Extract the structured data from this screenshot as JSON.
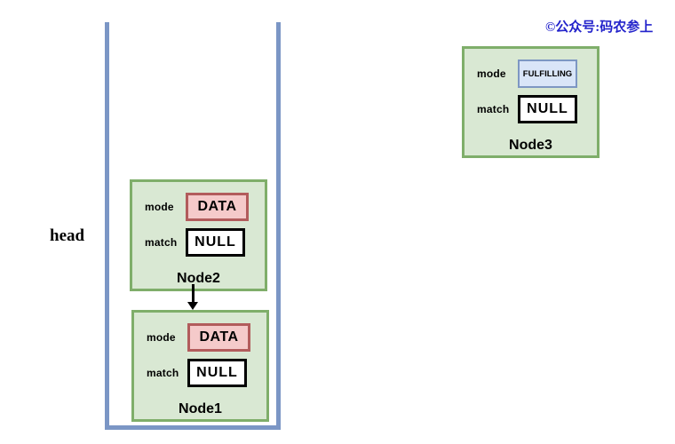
{
  "watermark": {
    "text": "©公众号:码农参上"
  },
  "head": {
    "label": "head"
  },
  "arrow": {
    "from": "Node2",
    "to": "Node1"
  },
  "nodes": [
    {
      "title": "Node3",
      "fields": [
        {
          "label": "mode",
          "value": "FULFILLING"
        },
        {
          "label": "match",
          "value": "NULL"
        }
      ]
    },
    {
      "title": "Node2",
      "fields": [
        {
          "label": "mode",
          "value": "DATA"
        },
        {
          "label": "match",
          "value": "NULL"
        }
      ]
    },
    {
      "title": "Node1",
      "fields": [
        {
          "label": "mode",
          "value": "DATA"
        },
        {
          "label": "match",
          "value": "NULL"
        }
      ]
    }
  ],
  "colors": {
    "node-fill": "#d9e8d3",
    "node-border": "#7fae6a",
    "data-fill": "#f5caca",
    "data-border": "#b25c5c",
    "fulfilling-fill": "#d9e5f8",
    "fulfilling-border": "#7d97c3",
    "null-fill": "#ffffff",
    "null-border": "#000000",
    "container-blue": "#7b96c5",
    "watermark-blue": "#2323cb",
    "arrow-black": "#000000"
  }
}
